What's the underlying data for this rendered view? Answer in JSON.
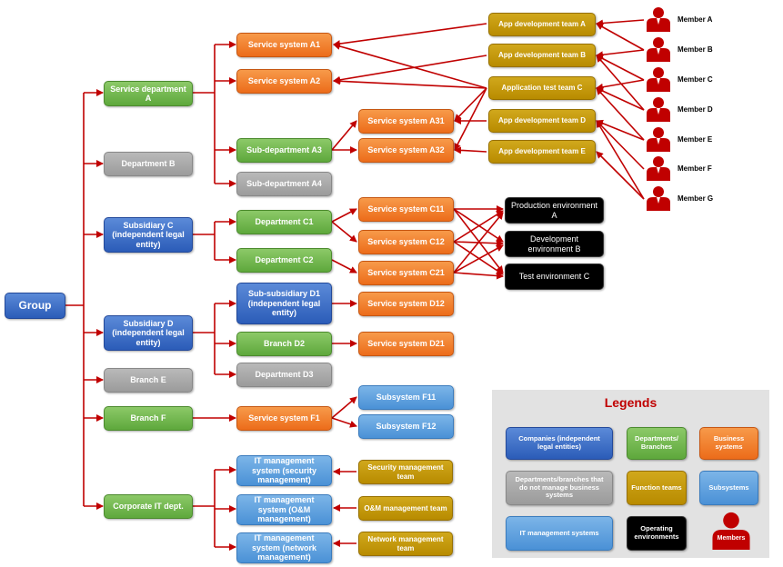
{
  "nodes": {
    "group": "Group",
    "service_dept_a": "Service department A",
    "dept_b": "Department B",
    "subsidiary_c": "Subsidiary C (independent legal entity)",
    "subsidiary_d": "Subsidiary D (independent legal entity)",
    "branch_e": "Branch E",
    "branch_f": "Branch F",
    "corp_it": "Corporate IT dept.",
    "service_a1": "Service system A1",
    "service_a2": "Service system A2",
    "subdept_a3": "Sub-department A3",
    "subdept_a4": "Sub-department A4",
    "service_a31": "Service system A31",
    "service_a32": "Service system A32",
    "dept_c1": "Department C1",
    "dept_c2": "Department C2",
    "service_c11": "Service system C11",
    "service_c12": "Service system C12",
    "service_c21": "Service system C21",
    "subsub_d1": "Sub-subsidiary D1 (independent legal entity)",
    "branch_d2": "Branch D2",
    "dept_d3": "Department D3",
    "service_d12": "Service system D12",
    "service_d21": "Service system D21",
    "service_f1": "Service system F1",
    "subsystem_f11": "Subsystem F11",
    "subsystem_f12": "Subsystem F12",
    "it_security": "IT management system (security management)",
    "it_om": "IT management system (O&M management)",
    "it_network": "IT management system (network management)",
    "team_security": "Security management team",
    "team_om": "O&M management team",
    "team_network": "Network management team",
    "team_app_a": "App development team A",
    "team_app_b": "App development team B",
    "team_test_c": "Application test team C",
    "team_app_d": "App development team D",
    "team_app_e": "App development team E",
    "env_production": "Production environment A",
    "env_development": "Development environment B",
    "env_test": "Test environment C"
  },
  "members": [
    "Member A",
    "Member B",
    "Member C",
    "Member D",
    "Member E",
    "Member F",
    "Member G"
  ],
  "legend": {
    "title": "Legends",
    "companies": "Companies (independent legal entities)",
    "departments": "Departments/ Branches",
    "business": "Business systems",
    "non_managing": "Departments/branches that do not manage business systems",
    "function_teams": "Function teams",
    "subsystems": "Subsystems",
    "it_systems": "IT management systems",
    "environments": "Operating environments",
    "members": "Members"
  },
  "colors": {
    "companies": "#2b5cb8",
    "departments": "#5ea83c",
    "business_systems": "#ec6c1a",
    "non_managing": "#9b9b9b",
    "function_teams": "#b88b00",
    "subsystems": "#4a91d6",
    "environments": "#000000",
    "members": "#c00000",
    "connectors": "#c00000"
  }
}
